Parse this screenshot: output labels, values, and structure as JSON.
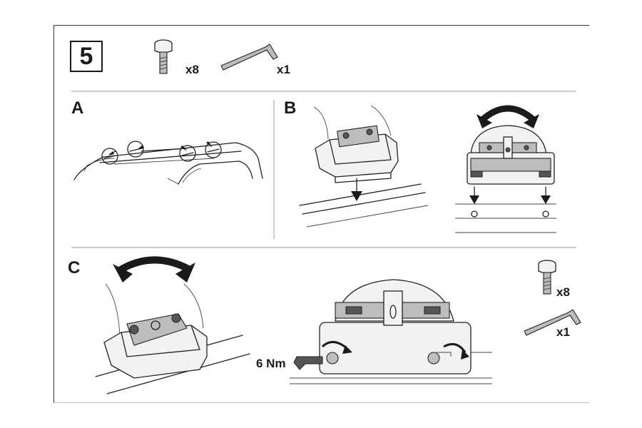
{
  "step": {
    "number": "5"
  },
  "header_parts": {
    "bolt_qty": "x8",
    "key_qty": "x1"
  },
  "panels": {
    "a": {
      "label": "A"
    },
    "b": {
      "label": "B"
    },
    "c": {
      "label": "C",
      "torque": "6 Nm",
      "bolt_qty": "x8",
      "key_qty": "x1"
    }
  },
  "icons": [
    "bolt-icon",
    "allen-key-icon",
    "rotate-arrow-icon",
    "down-arrow-icon"
  ]
}
